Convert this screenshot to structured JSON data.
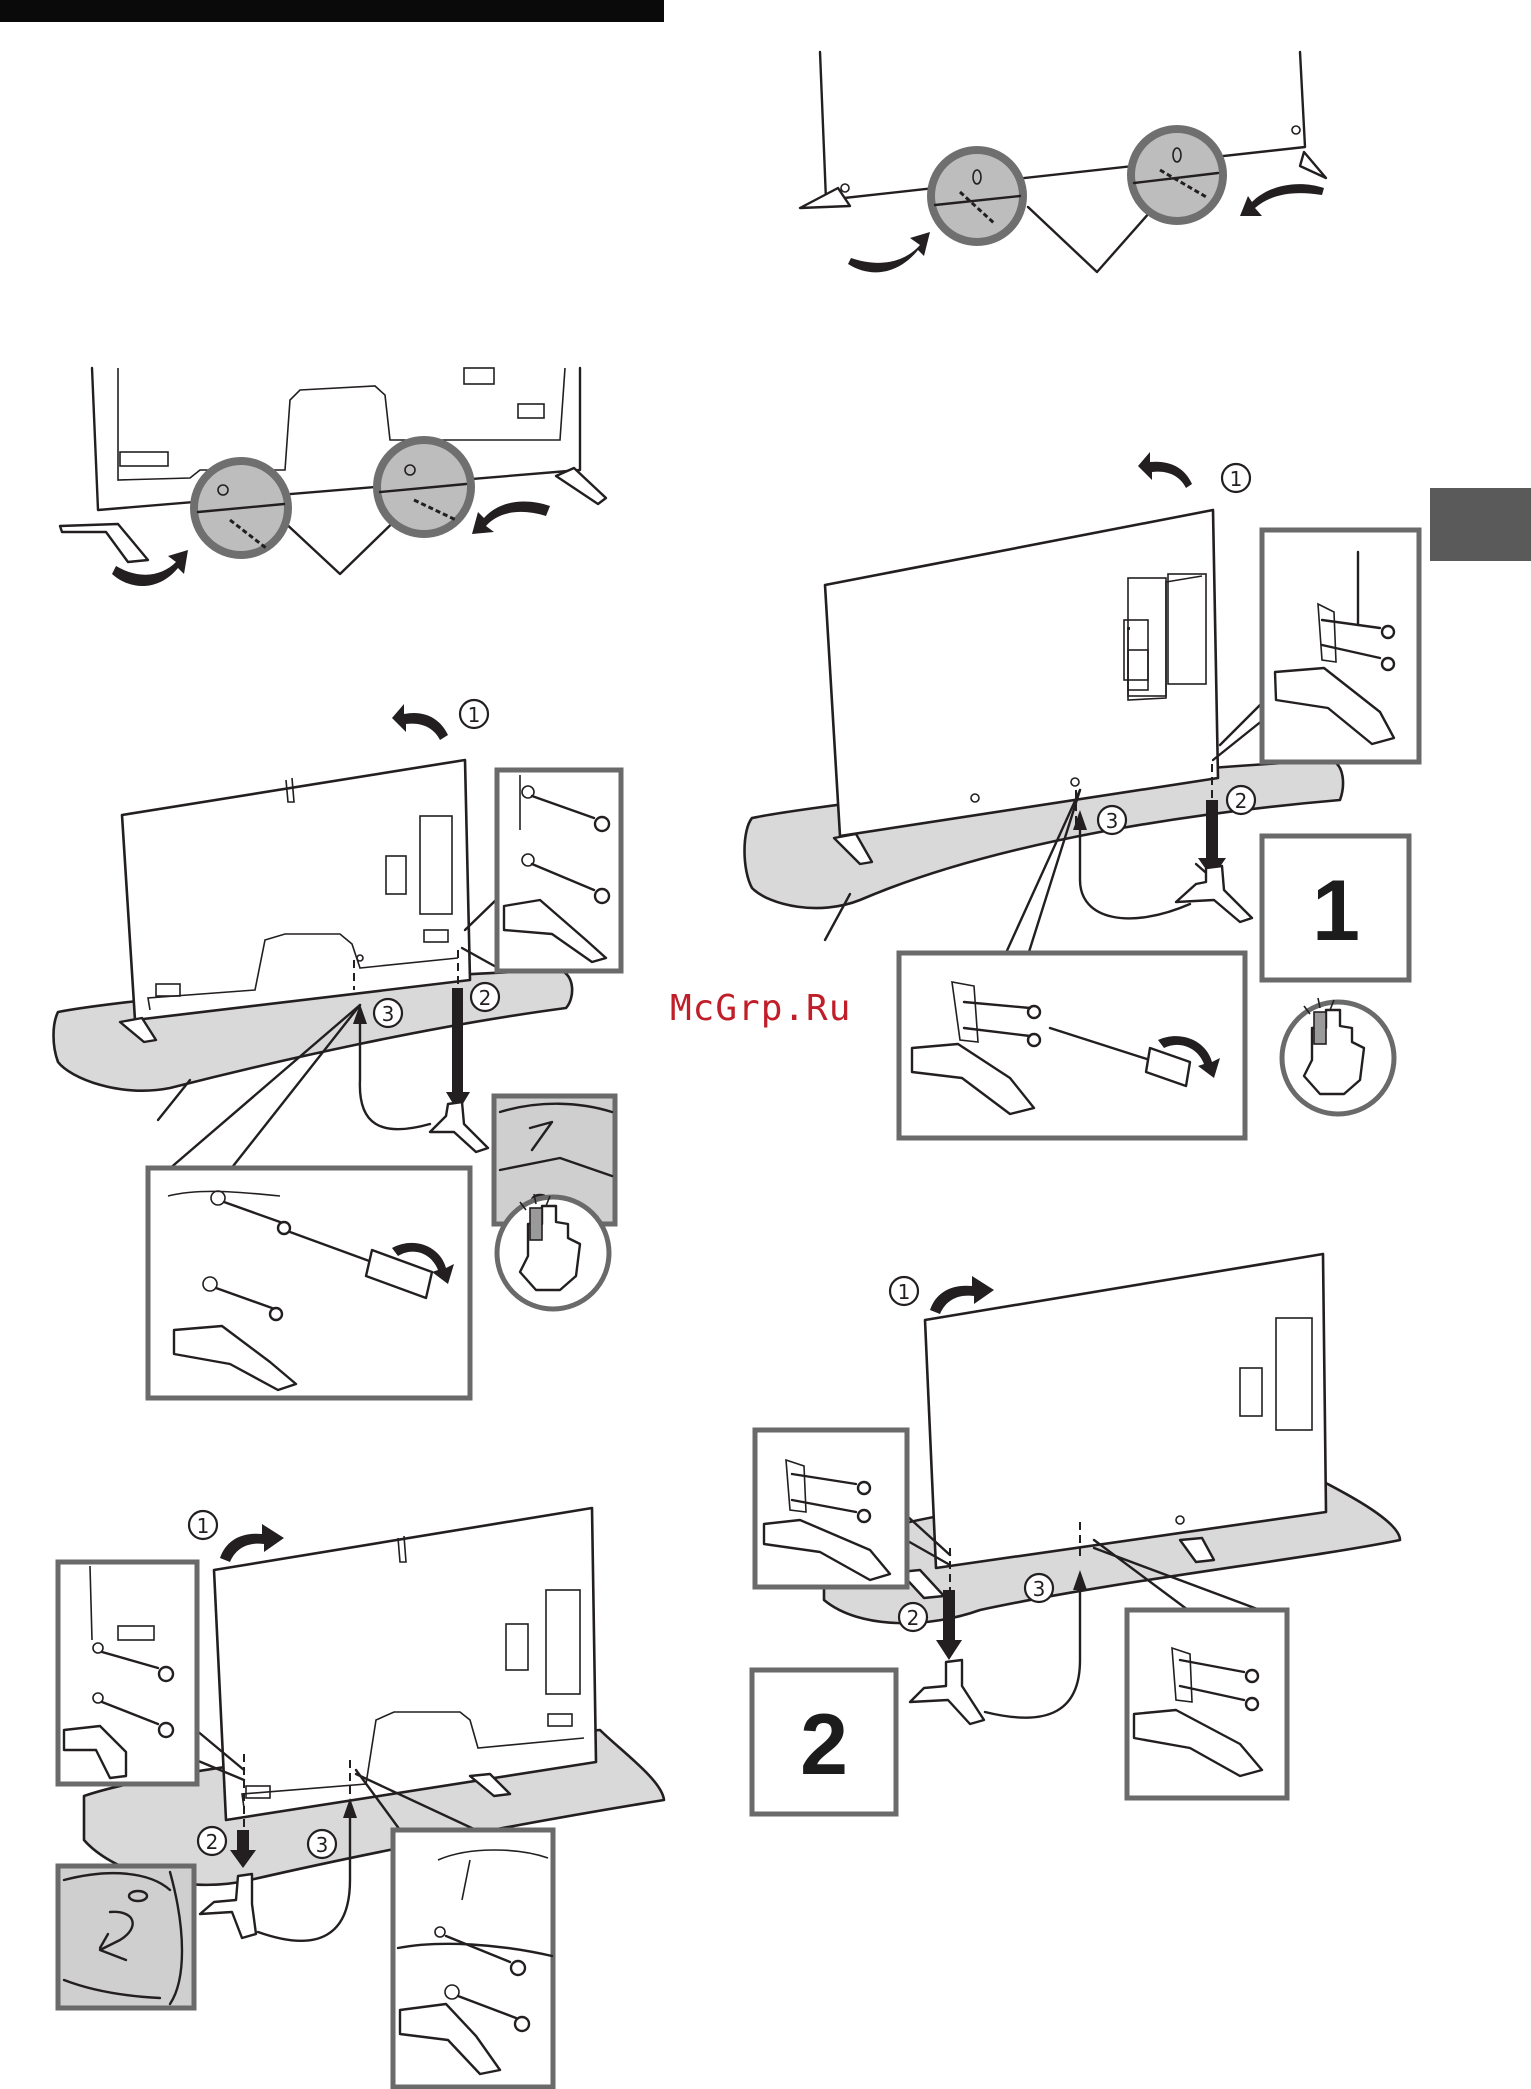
{
  "page": {
    "watermark": "McGrp.Ru",
    "colors": {
      "ink": "#231f20",
      "table_grey": "#d9d9d9",
      "frame_grey": "#6a6a6a",
      "side_tab": "#5a5a5a",
      "watermark": "#c01e28"
    }
  },
  "step_labels": {
    "one": "1",
    "two": "2",
    "three": "3"
  },
  "steps": {
    "step_1": "1",
    "step_2": "2"
  },
  "icons": [
    "hand-press-icon",
    "screw-icon",
    "screwdriver-icon",
    "rotate-arrow-icon",
    "curved-arrow-icon"
  ]
}
